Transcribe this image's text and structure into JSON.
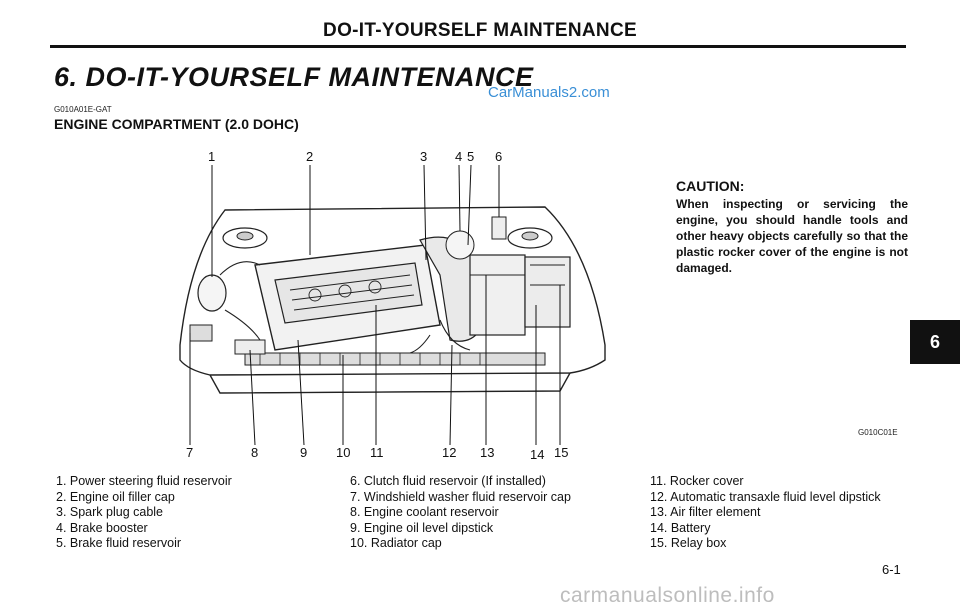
{
  "header": {
    "title": "DO-IT-YOURSELF MAINTENANCE"
  },
  "chapter": {
    "title": "6. DO-IT-YOURSELF MAINTENANCE",
    "tab": "6"
  },
  "watermark_top": "CarManuals2.com",
  "section": {
    "code": "G010A01E-GAT",
    "title": "ENGINE COMPARTMENT (2.0 DOHC)"
  },
  "figure": {
    "code": "G010C01E",
    "callouts_top": [
      "1",
      "2",
      "3",
      "4",
      "5",
      "6"
    ],
    "callouts_bottom": [
      "7",
      "8",
      "9",
      "10",
      "11",
      "12",
      "13",
      "14",
      "15"
    ]
  },
  "caution": {
    "title": "CAUTION:",
    "text": "When inspecting or servicing the engine, you should handle tools and other heavy objects carefully so that the plastic rocker cover of the engine is not damaged."
  },
  "legend": {
    "col1": [
      "1.  Power steering fluid reservoir",
      "2.  Engine oil filler cap",
      "3.  Spark plug cable",
      "4.  Brake booster",
      "5.  Brake fluid reservoir"
    ],
    "col2": [
      "6.  Clutch fluid reservoir  (If installed)",
      "7.  Windshield washer fluid reservoir cap",
      "8.  Engine coolant reservoir",
      "9.  Engine oil level dipstick",
      "10. Radiator cap"
    ],
    "col3": [
      "11. Rocker cover",
      "12. Automatic transaxle fluid level dipstick",
      "13. Air filter element",
      "14. Battery",
      "15. Relay box"
    ]
  },
  "page_number": "6-1",
  "watermark_bottom": "carmanualsonline.info"
}
